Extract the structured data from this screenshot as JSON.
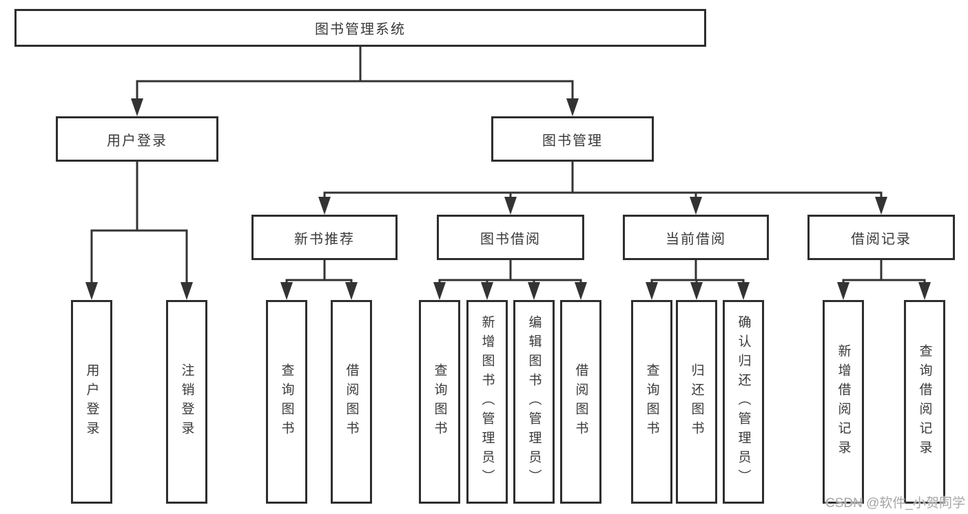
{
  "nodes": {
    "root": "图书管理系统",
    "user_login": "用户登录",
    "book_management": "图书管理",
    "new_book": "新书推荐",
    "book_borrow": "图书借阅",
    "current_borrow": "当前借阅",
    "borrow_record": "借阅记录",
    "leaves": {
      "user_login": [
        "用户登录",
        "注销登录"
      ],
      "new_book": [
        "查询图书",
        "借阅图书"
      ],
      "book_borrow": [
        "查询图书",
        "新增图书（管理员）",
        "编辑图书（管理员）",
        "借阅图书"
      ],
      "current_borrow": [
        "查询图书",
        "归还图书",
        "确认归还（管理员）"
      ],
      "borrow_record": [
        "新增借阅记录",
        "查询借阅记录"
      ]
    }
  },
  "watermark": "CSDN @软件_小贺同学",
  "colors": {
    "line": "#333333",
    "box_border": "#2e2e2e",
    "box_fill": "#ffffff",
    "text": "#3a3a3a",
    "watermark": "#a6a6a6",
    "background": "#ffffff"
  }
}
